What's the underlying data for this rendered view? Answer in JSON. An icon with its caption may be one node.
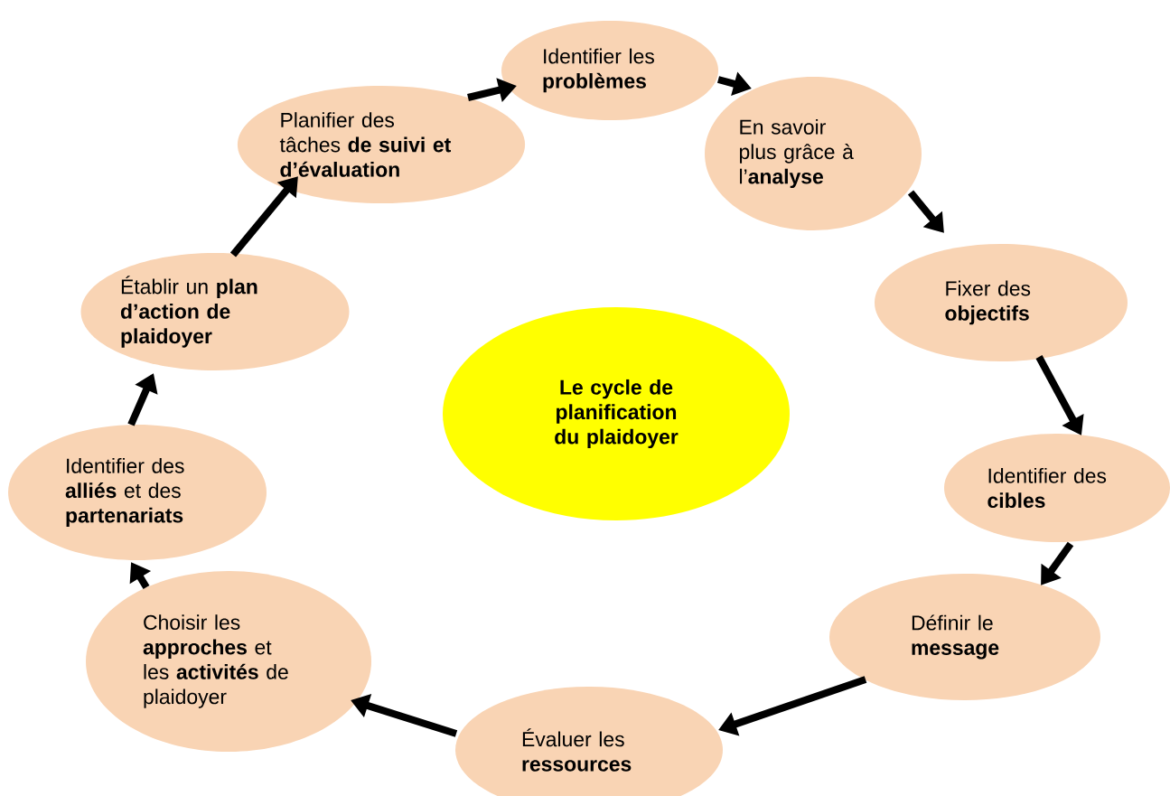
{
  "diagram": {
    "nodes": [
      {
        "text": [
          "Identifier les **problèmes**"
        ]
      },
      {
        "text": [
          "En savoir plus grâce à l’**analyse**"
        ]
      },
      {
        "text": [
          "Fixer des **objectifs**"
        ]
      },
      {
        "text": [
          "Identifier des **cibles**"
        ]
      },
      {
        "text": [
          "Définir le **message**"
        ]
      },
      {
        "text": [
          "Évaluer les **ressources**"
        ]
      },
      {
        "text": [
          "Choisir les **approches** et les **activités** de plaidoyer"
        ]
      },
      {
        "text": [
          "Identifier des **alliés** et des **partenariats**"
        ]
      },
      {
        "text": [
          "Établir un **plan d’action de plaidoyer**"
        ]
      },
      {
        "text": [
          "Planifier des tâches **de suivi et d’évaluation**"
        ]
      },
      {
        "text": [
          "Le cycle de planification du plaidoyer"
        ]
      }
    ],
    "edges": [
      {
        "from": 0,
        "to": 1,
        "arrow": "to"
      },
      {
        "from": 1,
        "to": 2,
        "arrow": "to"
      },
      {
        "from": 2,
        "to": 3,
        "arrow": "to"
      },
      {
        "from": 3,
        "to": 4,
        "arrow": "to"
      },
      {
        "from": 4,
        "to": 5,
        "arrow": "to"
      },
      {
        "from": 5,
        "to": 6,
        "arrow": "to"
      },
      {
        "from": 6,
        "to": 7,
        "arrow": "to"
      },
      {
        "from": 7,
        "to": 8,
        "arrow": "to"
      },
      {
        "from": 8,
        "to": 9,
        "arrow": "to"
      },
      {
        "from": 9,
        "to": 0,
        "arrow": "to"
      }
    ]
  }
}
